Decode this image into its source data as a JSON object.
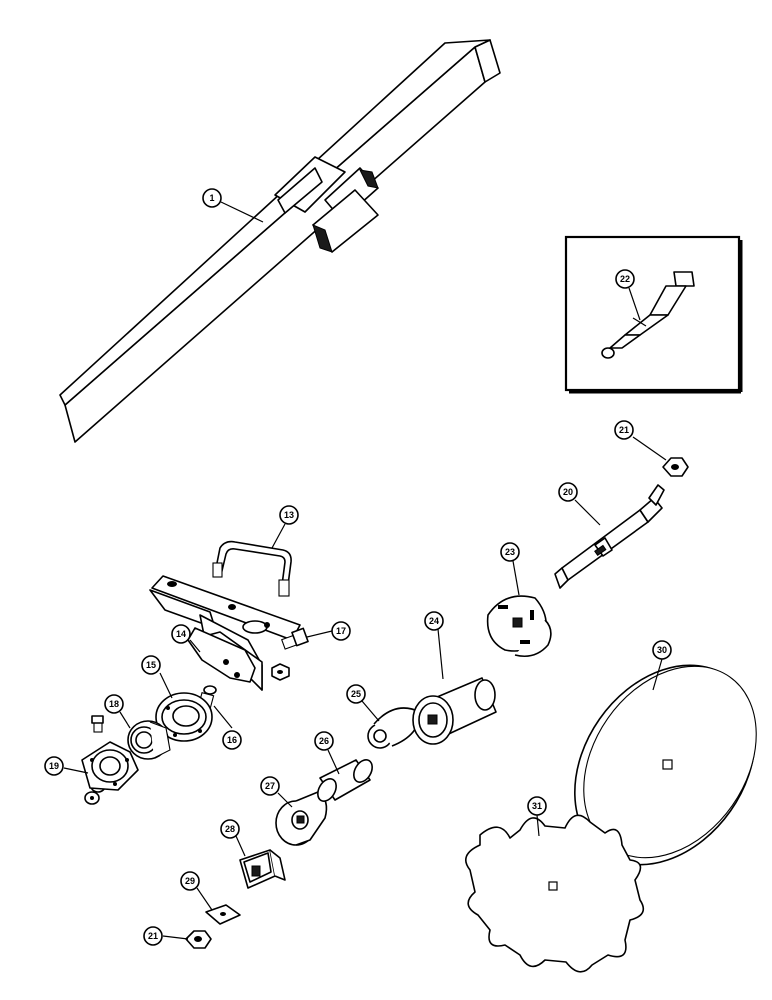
{
  "callouts": {
    "c1": "1",
    "c13": "13",
    "c14": "14",
    "c15": "15",
    "c16": "16",
    "c17": "17",
    "c18": "18",
    "c19": "19",
    "c20": "20",
    "c21a": "21",
    "c21b": "21",
    "c22": "22",
    "c23": "23",
    "c24": "24",
    "c25": "25",
    "c26": "26",
    "c27": "27",
    "c28": "28",
    "c29": "29",
    "c30": "30",
    "c31": "31"
  }
}
